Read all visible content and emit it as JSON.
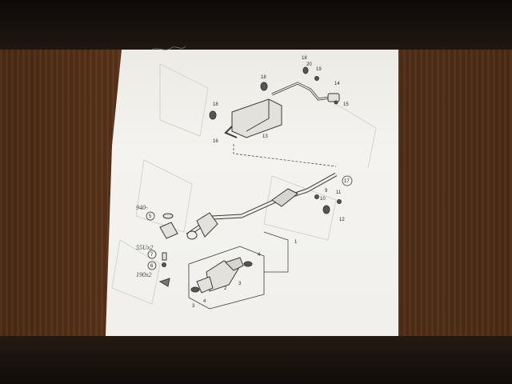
{
  "callouts": [
    "18",
    "20",
    "19",
    "14",
    "15",
    "18",
    "18",
    "13",
    "16",
    "17",
    "9",
    "10",
    "11",
    "12",
    "5",
    "7",
    "6",
    "1",
    "4",
    "2",
    "3",
    "4",
    "3"
  ],
  "handwritten": {
    "note_940": "940-",
    "note_55": "55Ux2",
    "note_190": "190x2"
  },
  "colors": {
    "paper": "#f1f0ec",
    "ink": "#3a3a3a",
    "wood": "#5b3419"
  }
}
